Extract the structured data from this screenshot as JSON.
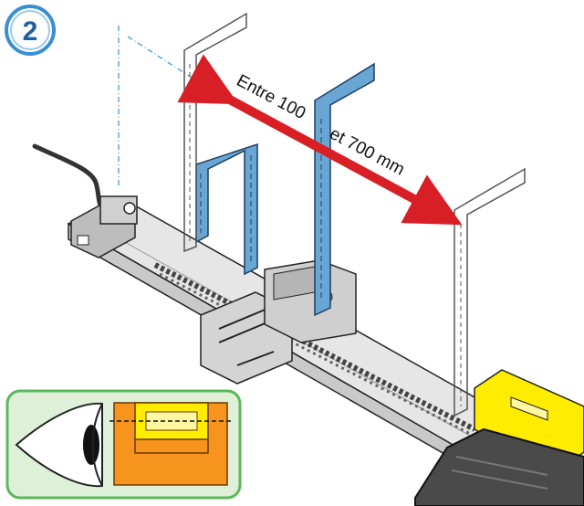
{
  "step": {
    "number": "2"
  },
  "dimension": {
    "line1": "Entre 100",
    "line2": "et 700 mm"
  },
  "colors": {
    "step_ring": "#3a8fd0",
    "step_text": "#1f5f9e",
    "arrow": "#d91f26",
    "bracket_blue": "#6aa6d4",
    "rail": "#e2e2e2",
    "inset_bg": "#dff0d8",
    "inset_border": "#5cb85c",
    "level_orange": "#f7941d",
    "level_yellow": "#ffec00"
  },
  "icons": {
    "inset_eye": "eye-icon",
    "inset_level": "spirit-level-icon"
  }
}
